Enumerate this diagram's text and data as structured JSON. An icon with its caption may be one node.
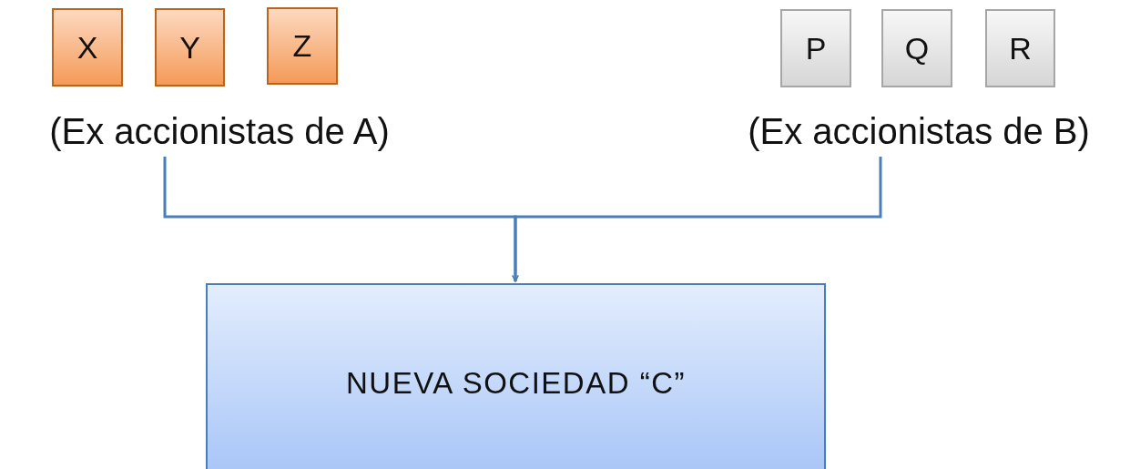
{
  "diagram": {
    "nodes": [
      {
        "text": [
          "X"
        ]
      },
      {
        "text": [
          "Y"
        ]
      },
      {
        "text": [
          "Z"
        ]
      },
      {
        "text": [
          "P"
        ]
      },
      {
        "text": [
          "Q"
        ]
      },
      {
        "text": [
          "R"
        ]
      },
      {
        "text": [
          "(Ex accionistas de A)"
        ]
      },
      {
        "text": [
          "(Ex accionistas de B)"
        ]
      },
      {
        "text": [
          "NUEVA SOCIEDAD “C”"
        ]
      }
    ],
    "edges": [
      {
        "from": 6,
        "to": 8,
        "arrow": "to"
      },
      {
        "from": 7,
        "to": 8,
        "arrow": "to"
      }
    ]
  }
}
